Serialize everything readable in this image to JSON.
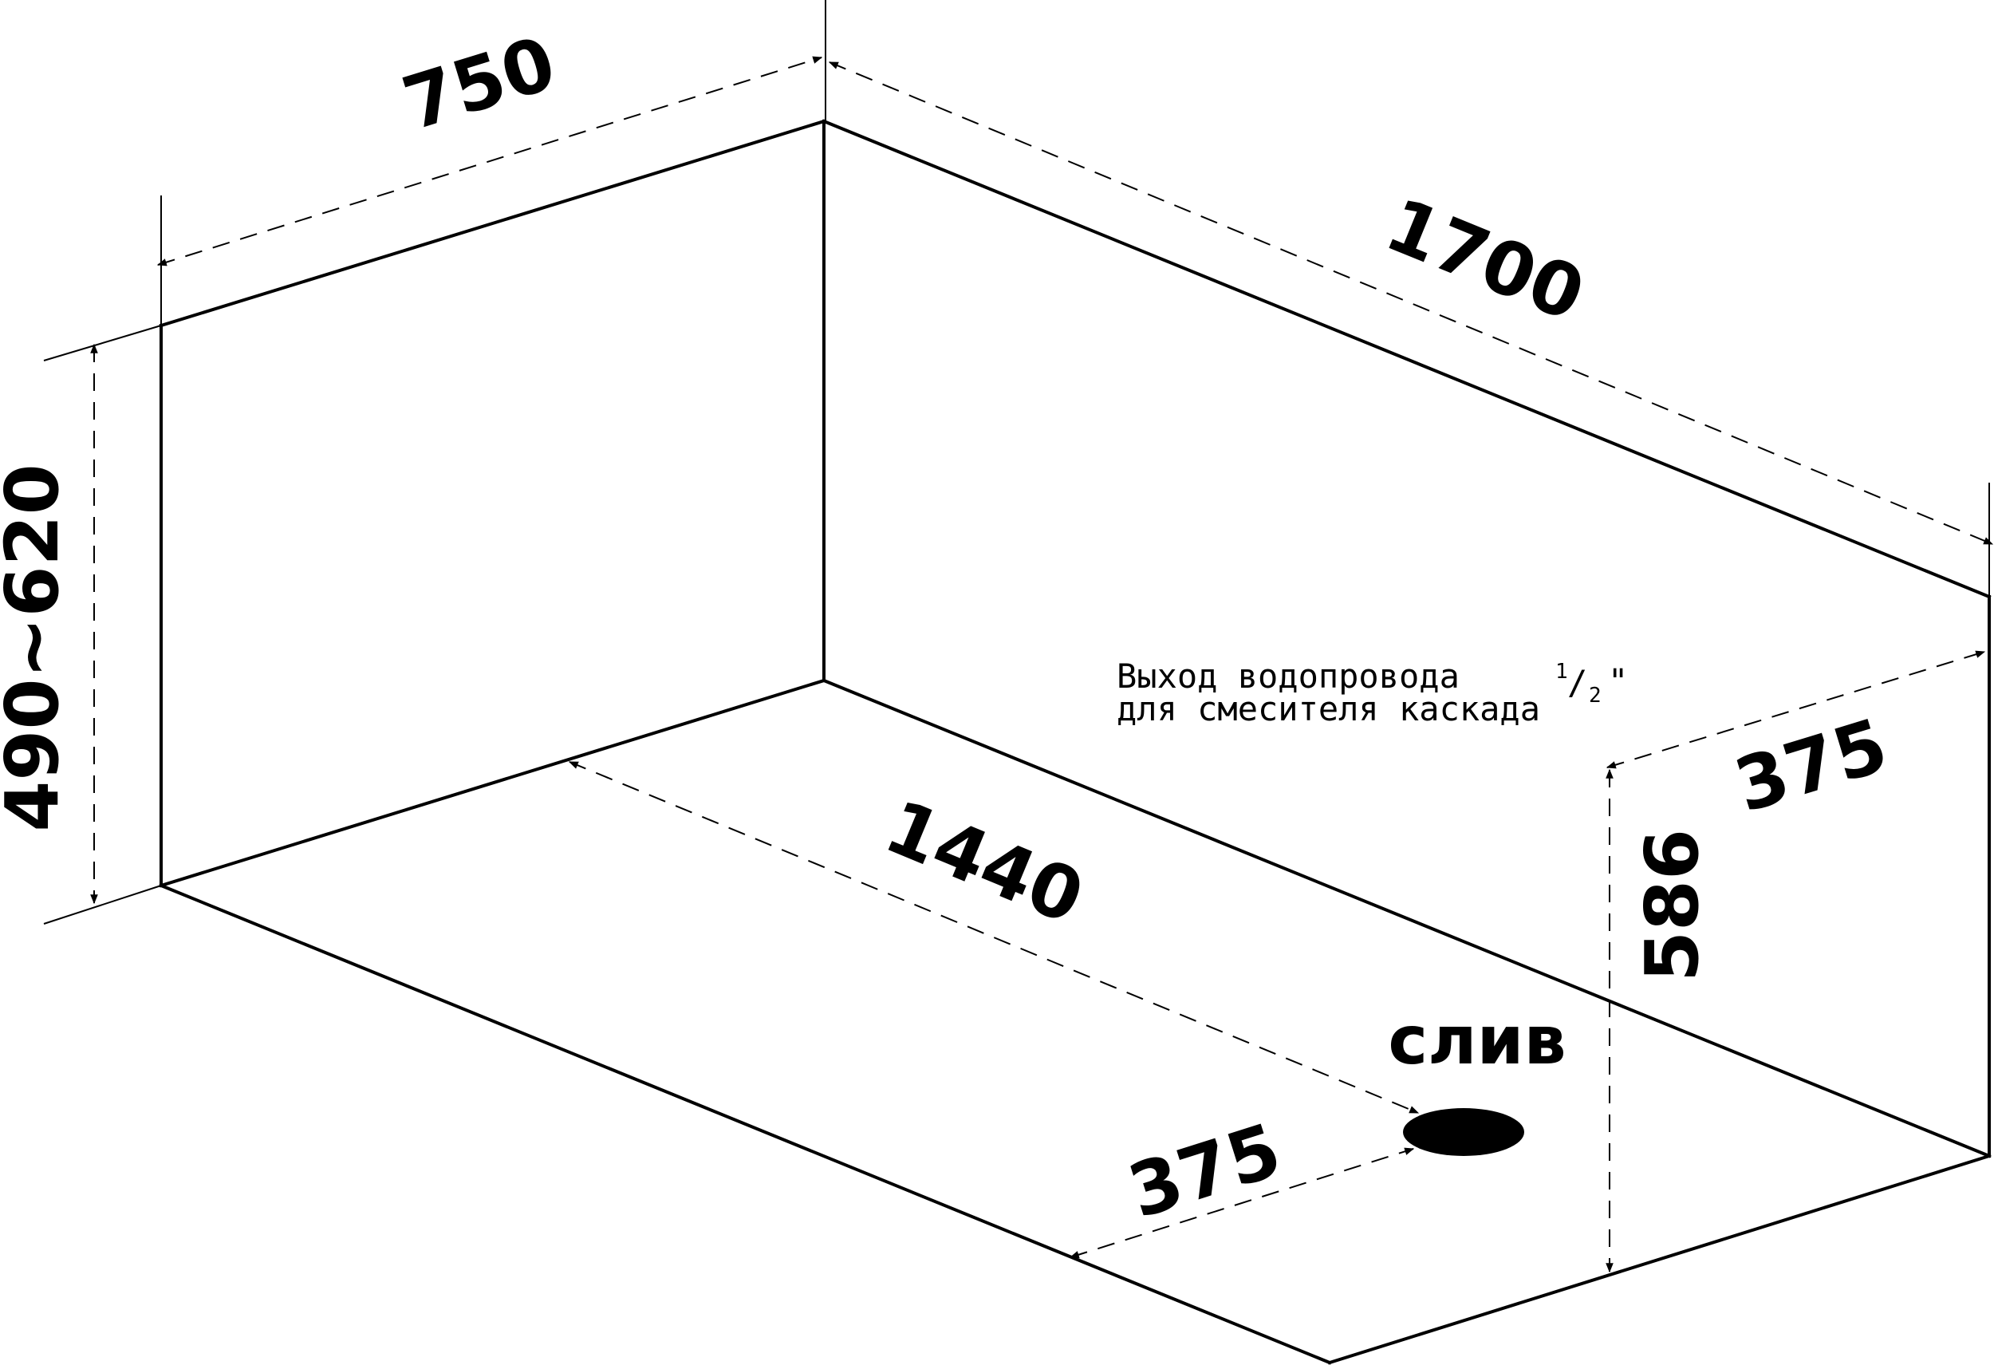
{
  "dimensions": {
    "width_top": "750",
    "length_top": "1700",
    "height_range": "490~620",
    "inner_length": "1440",
    "drain_offset": "375",
    "pipe_offset": "375",
    "pipe_height": "586"
  },
  "labels": {
    "drain": "слив",
    "note_line1": "Выход водопровода",
    "note_fraction_num": "1",
    "note_fraction_slash": "/",
    "note_fraction_den": "2",
    "note_quote": "\"",
    "note_line2": "для смесителя каскада"
  },
  "colors": {
    "stroke": "#000000",
    "background": "#ffffff"
  }
}
